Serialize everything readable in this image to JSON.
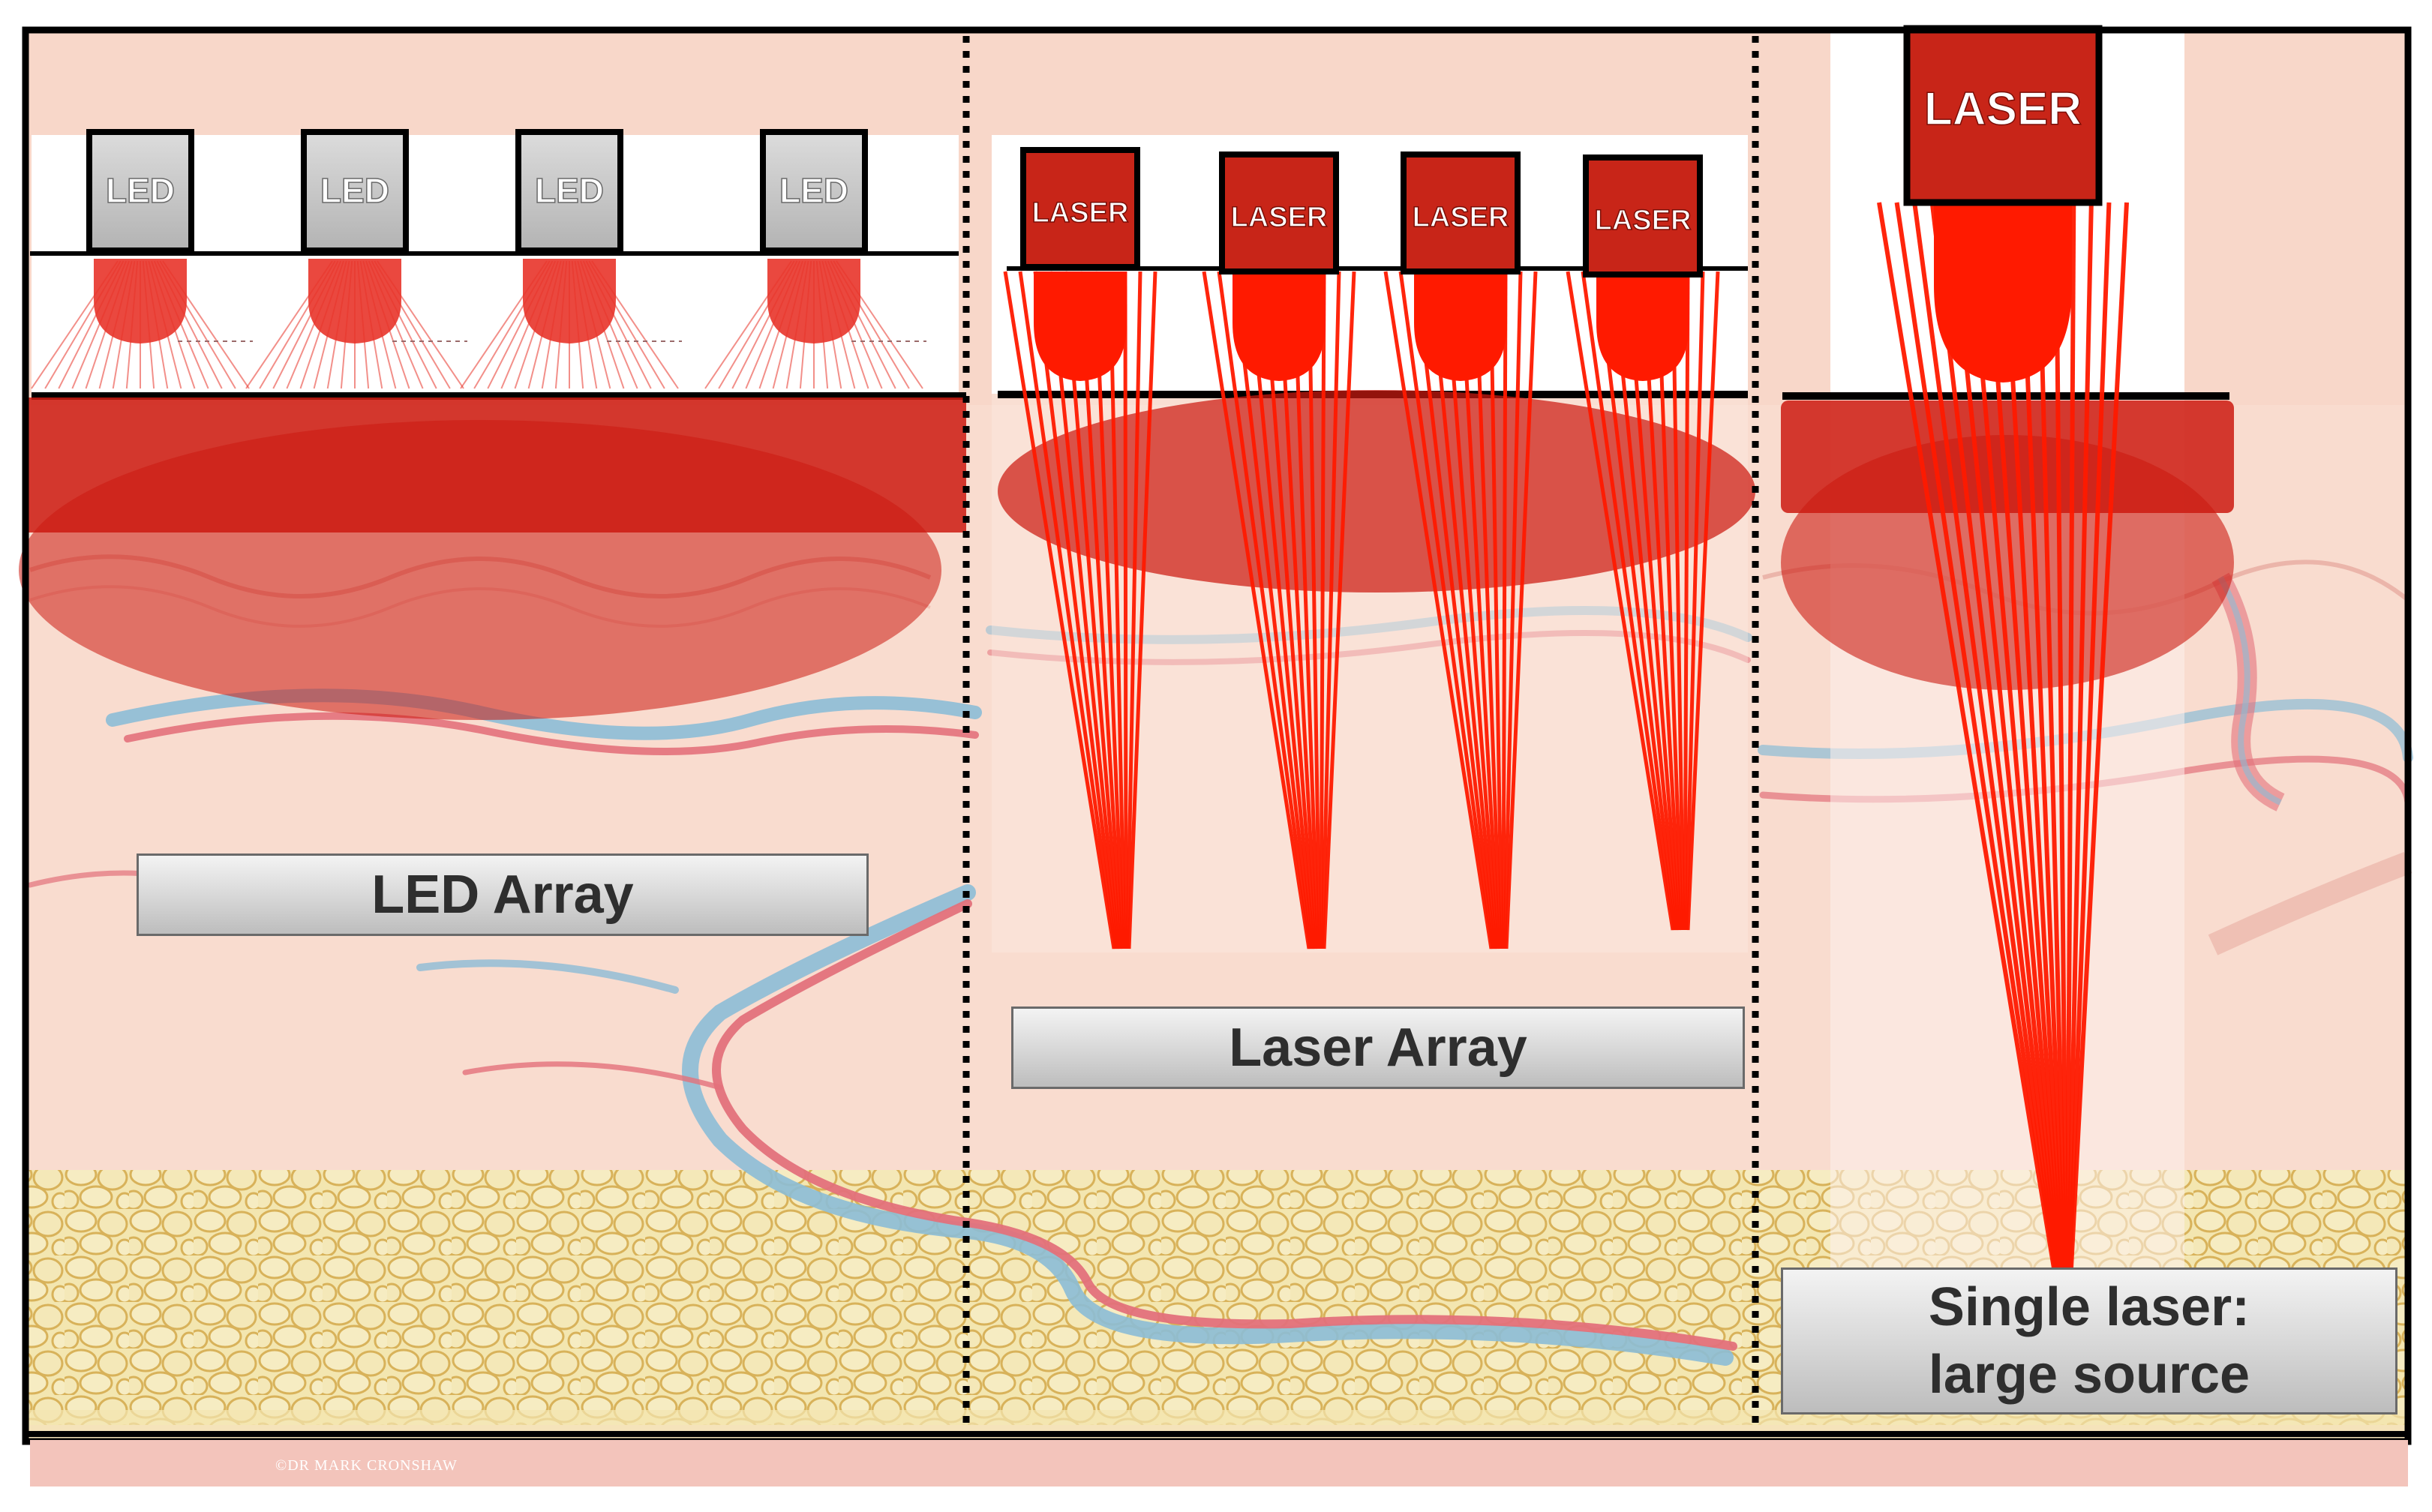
{
  "panels": {
    "led": {
      "source_label": "LED",
      "caption": "LED Array",
      "source_count": 4
    },
    "laser_array": {
      "source_label": "LASER",
      "caption": "Laser Array",
      "source_count": 4
    },
    "single_laser": {
      "source_label": "LASER",
      "caption_line1": "Single laser:",
      "caption_line2": "large source"
    }
  },
  "credit": "©DR MARK CRONSHAW",
  "colors": {
    "beam": "#ff1a00",
    "led_beam": "#e8342a",
    "source_fill": "#c82518",
    "led_fill": "#c6c6c6",
    "skin": "#f9d9ca",
    "fat": "#f2e4a6",
    "vein": "#7fb4cf",
    "artery": "#e0606c",
    "tissue_overlay": "#cc1a10"
  }
}
